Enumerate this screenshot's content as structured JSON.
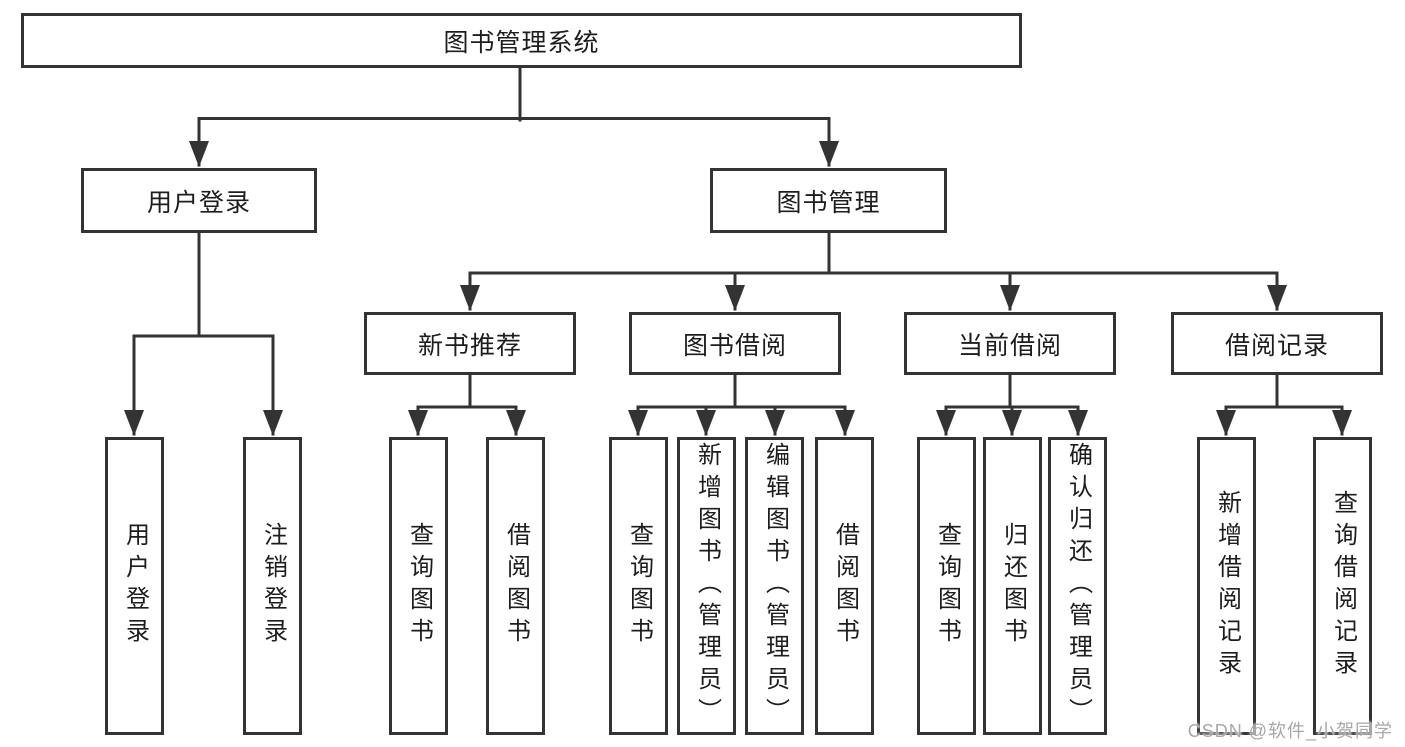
{
  "diagram": {
    "tree": {
      "root": {
        "label": "图书管理系统",
        "children": [
          {
            "label": "用户登录",
            "children": [
              {
                "label": "用户登录"
              },
              {
                "label": "注销登录"
              }
            ]
          },
          {
            "label": "图书管理",
            "children": [
              {
                "label": "新书推荐",
                "children": [
                  {
                    "label": "查询图书"
                  },
                  {
                    "label": "借阅图书"
                  }
                ]
              },
              {
                "label": "图书借阅",
                "children": [
                  {
                    "label": "查询图书"
                  },
                  {
                    "label": "新增图书（管理员）"
                  },
                  {
                    "label": "编辑图书（管理员）"
                  },
                  {
                    "label": "借阅图书"
                  }
                ]
              },
              {
                "label": "当前借阅",
                "children": [
                  {
                    "label": "查询图书"
                  },
                  {
                    "label": "归还图书"
                  },
                  {
                    "label": "确认归还（管理员）"
                  }
                ]
              },
              {
                "label": "借阅记录",
                "children": [
                  {
                    "label": "新增借阅记录"
                  },
                  {
                    "label": "查询借阅记录"
                  }
                ]
              }
            ]
          }
        ]
      }
    },
    "colors": {
      "line": "#333333",
      "text": "#1d1d1d",
      "watermark": "#a8a8a8"
    }
  },
  "watermark": {
    "text": "CSDN @软件_小贺同学"
  }
}
